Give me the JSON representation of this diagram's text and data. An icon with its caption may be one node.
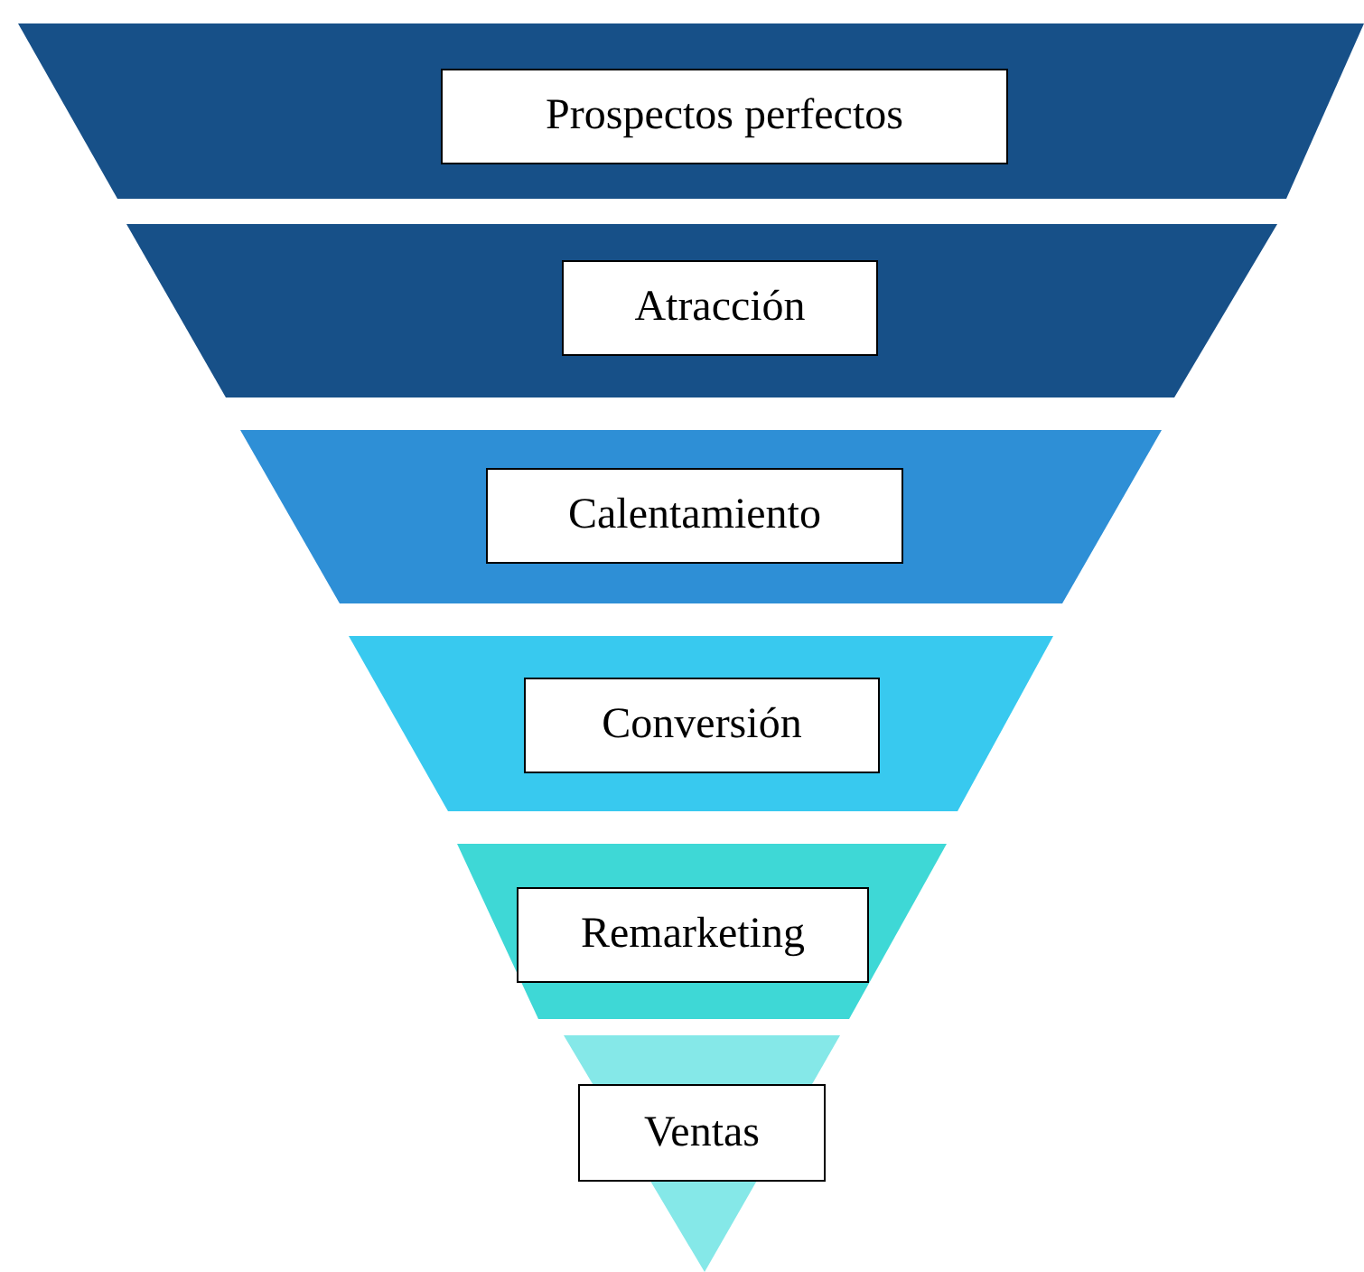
{
  "diagram": {
    "nodes": [
      {
        "text": [
          "Prospectos perfectos"
        ]
      },
      {
        "text": [
          "Atracción"
        ]
      },
      {
        "text": [
          "Calentamiento"
        ]
      },
      {
        "text": [
          "Conversión"
        ]
      },
      {
        "text": [
          "Remarketing"
        ]
      },
      {
        "text": [
          "Ventas"
        ]
      }
    ]
  }
}
